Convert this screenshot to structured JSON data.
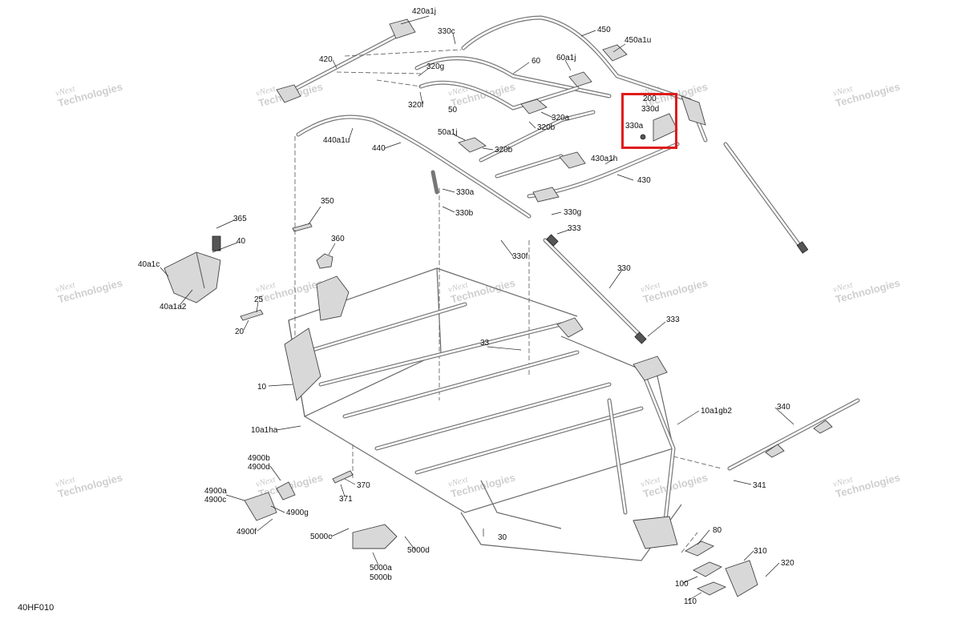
{
  "figure_code": "40HF010",
  "watermark": {
    "line1": "vNext",
    "line2": "Technologies",
    "full": "vNext Technologies"
  },
  "highlight": {
    "color": "#e01b1b",
    "contains": [
      "200",
      "330d",
      "330a"
    ]
  },
  "callouts": {
    "c420a1j": "420a1j",
    "c330c": "330c",
    "c450": "450",
    "c450a1u": "450a1u",
    "c420": "420",
    "c60": "60",
    "c60a1j": "60a1j",
    "c320g": "320g",
    "c320f": "320f",
    "c50": "50",
    "c200": "200",
    "c330d": "330d",
    "c330a_hl": "330a",
    "c320a": "320a",
    "c320b_top": "320b",
    "c50a1j": "50a1j",
    "c320b": "320b",
    "c440a1u": "440a1u",
    "c440": "440",
    "c430a1h": "430a1h",
    "c430": "430",
    "c330a": "330a",
    "c330b": "330b",
    "c330g": "330g",
    "c350": "350",
    "c365": "365",
    "c40": "40",
    "c360": "360",
    "c333_top": "333",
    "c40a1c": "40a1c",
    "c330f": "330f",
    "c40a1a2": "40a1a2",
    "c330": "330",
    "c25": "25",
    "c20": "20",
    "c333": "333",
    "c33": "33",
    "c10": "10",
    "c10a1gb2": "10a1gb2",
    "c340": "340",
    "c10a1ha": "10a1ha",
    "c4900b": "4900b",
    "c4900d": "4900d",
    "c4900a": "4900a",
    "c4900c": "4900c",
    "c370": "370",
    "c341": "341",
    "c4900g": "4900g",
    "c371": "371",
    "c4900f": "4900f",
    "c5000c": "5000c",
    "c30": "30",
    "c80": "80",
    "c5000d": "5000d",
    "c310": "310",
    "c320": "320",
    "c5000a": "5000a",
    "c5000b": "5000b",
    "c100": "100",
    "c110": "110"
  }
}
